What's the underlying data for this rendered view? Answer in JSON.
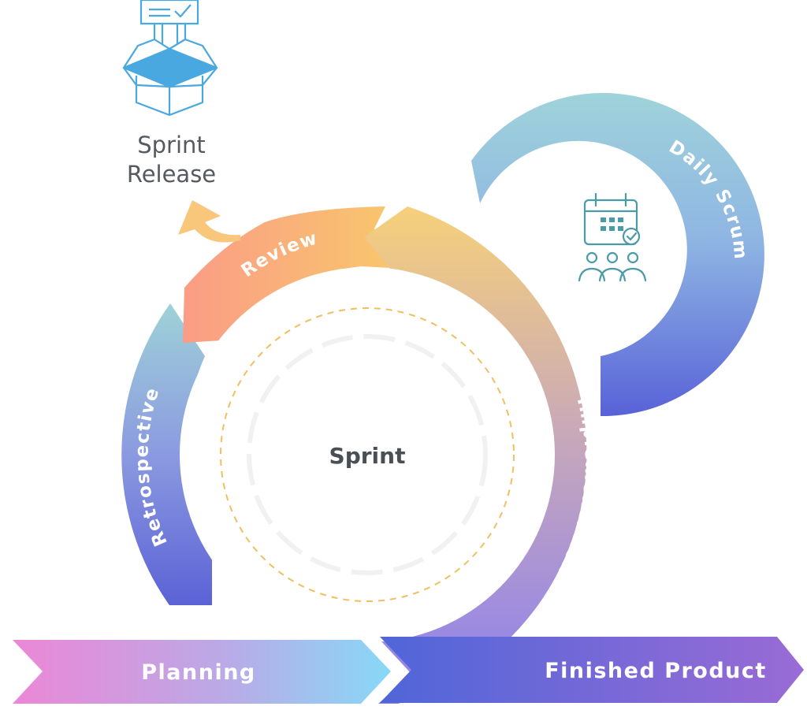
{
  "release": {
    "line1": "Sprint",
    "line2": "Release"
  },
  "stages": {
    "review": "Review",
    "retrospective": "Retrospective",
    "implementation": "Implementation",
    "daily_scrum": "Daily Scrum",
    "planning": "Planning",
    "finished": "Finished Product"
  },
  "center": {
    "label": "Sprint"
  },
  "icons": {
    "release": "box-with-document-icon",
    "daily": "calendar-team-icon"
  },
  "colors": {
    "teal": "#9ed2da",
    "indigo": "#5a64d6",
    "orange": "#f8c56d",
    "salmon": "#fb9e86",
    "pink": "#ec8ad8",
    "sky": "#8ad6f6",
    "purple": "#9b6fd8",
    "icon_blue": "#4aa8e0",
    "icon_teal": "#4a9aa6"
  }
}
